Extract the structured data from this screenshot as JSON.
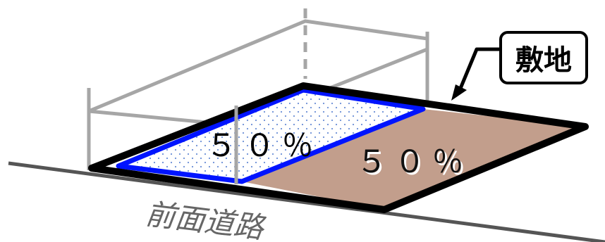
{
  "labels": {
    "site": "敷地",
    "left_ratio": "５０％",
    "right_ratio": "５０％",
    "front_road": "前面道路"
  },
  "colors": {
    "site_outline": "#000000",
    "building_footprint_outline": "#0014ff",
    "building_footprint_dots": "#6b8fd6",
    "open_area_fill": "#c29e8c",
    "wireframe": "#a6a6a6",
    "road": "#555555",
    "road_label": "#666666"
  }
}
